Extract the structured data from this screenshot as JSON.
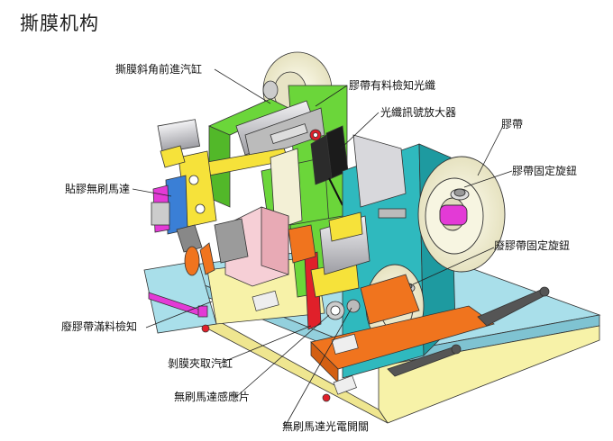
{
  "page": {
    "title": "撕膜机构"
  },
  "labels": {
    "cylinder": "撕膜斜角前進汽缸",
    "fiber": "膠帶有料檢知光纖",
    "amp": "光纖訊號放大器",
    "tape": "膠帶",
    "tape_knob": "膠帶固定旋鈕",
    "motor": "貼膠無刷馬達",
    "waste_knob": "廢膠帶固定旋鈕",
    "waste_full": "廢膠帶滿料檢知",
    "clamp_cyl": "剝膜夾取汽缸",
    "motor_sensor": "無刷馬達感應片",
    "motor_switch": "無刷馬達光電開關"
  },
  "colors": {
    "base_blue": "#a9dfea",
    "base_yellow": "#f7f2a8",
    "frame_teal": "#2fb9be",
    "green": "#6bd63a",
    "orange": "#f0741e",
    "pink_block": "#f6cfd6",
    "magenta": "#e33ad6",
    "red": "#e0202a",
    "yellow": "#f6e23a",
    "cream_roll": "#f3f0d6",
    "steel": "#c9c9cc"
  }
}
